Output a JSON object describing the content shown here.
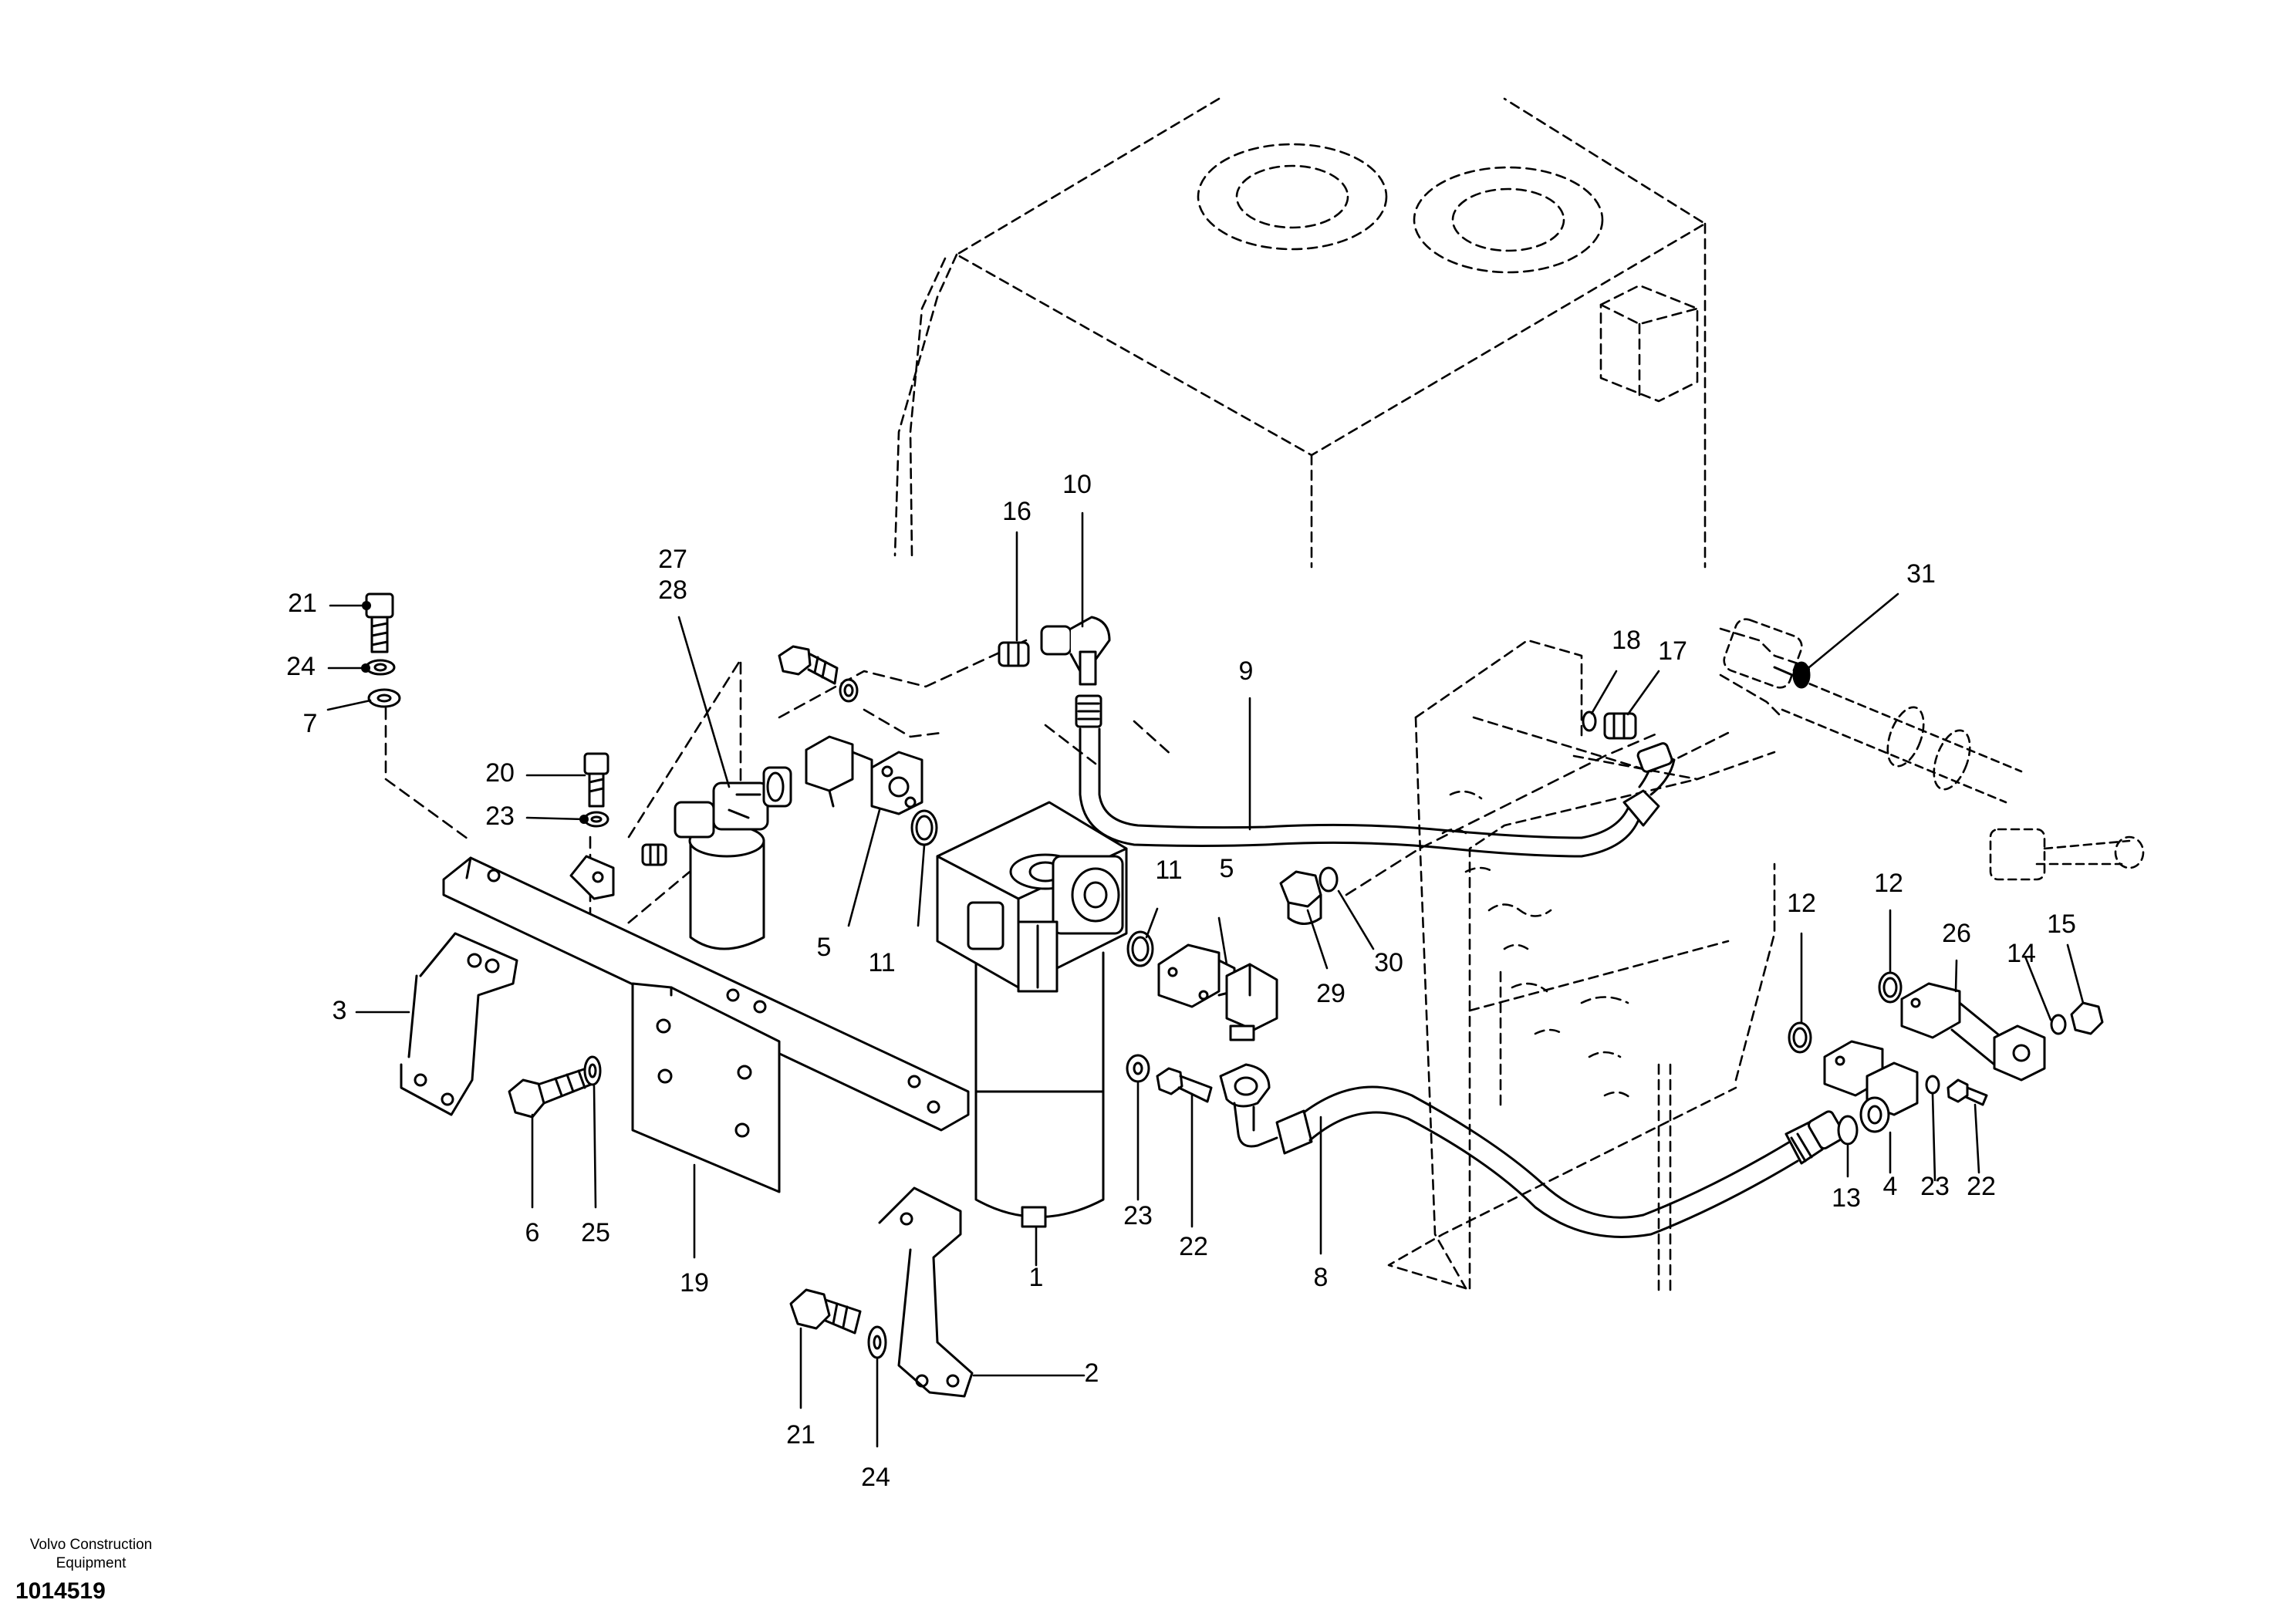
{
  "diagram": {
    "callouts": [
      {
        "id": "c21a",
        "label": "21"
      },
      {
        "id": "c24a",
        "label": "24"
      },
      {
        "id": "c7",
        "label": "7"
      },
      {
        "id": "c20",
        "label": "20"
      },
      {
        "id": "c23a",
        "label": "23"
      },
      {
        "id": "c3",
        "label": "3"
      },
      {
        "id": "c6",
        "label": "6"
      },
      {
        "id": "c25",
        "label": "25"
      },
      {
        "id": "c19",
        "label": "19"
      },
      {
        "id": "c27",
        "label": "27"
      },
      {
        "id": "c28",
        "label": "28"
      },
      {
        "id": "c5a",
        "label": "5"
      },
      {
        "id": "c11a",
        "label": "11"
      },
      {
        "id": "c16",
        "label": "16"
      },
      {
        "id": "c10",
        "label": "10"
      },
      {
        "id": "c1",
        "label": "1"
      },
      {
        "id": "c11b",
        "label": "11"
      },
      {
        "id": "c5b",
        "label": "5"
      },
      {
        "id": "c9",
        "label": "9"
      },
      {
        "id": "c23b",
        "label": "23"
      },
      {
        "id": "c22a",
        "label": "22"
      },
      {
        "id": "c8",
        "label": "8"
      },
      {
        "id": "c29",
        "label": "29"
      },
      {
        "id": "c30",
        "label": "30"
      },
      {
        "id": "c18",
        "label": "18"
      },
      {
        "id": "c17",
        "label": "17"
      },
      {
        "id": "c31",
        "label": "31"
      },
      {
        "id": "c12a",
        "label": "12"
      },
      {
        "id": "c12b",
        "label": "12"
      },
      {
        "id": "c26",
        "label": "26"
      },
      {
        "id": "c14",
        "label": "14"
      },
      {
        "id": "c15",
        "label": "15"
      },
      {
        "id": "c13",
        "label": "13"
      },
      {
        "id": "c4",
        "label": "4"
      },
      {
        "id": "c23c",
        "label": "23"
      },
      {
        "id": "c22b",
        "label": "22"
      },
      {
        "id": "c21b",
        "label": "21"
      },
      {
        "id": "c24b",
        "label": "24"
      },
      {
        "id": "c2",
        "label": "2"
      }
    ]
  },
  "footer": {
    "brand_line1": "Volvo Construction",
    "brand_line2": "Equipment",
    "doc_number": "1014519"
  }
}
